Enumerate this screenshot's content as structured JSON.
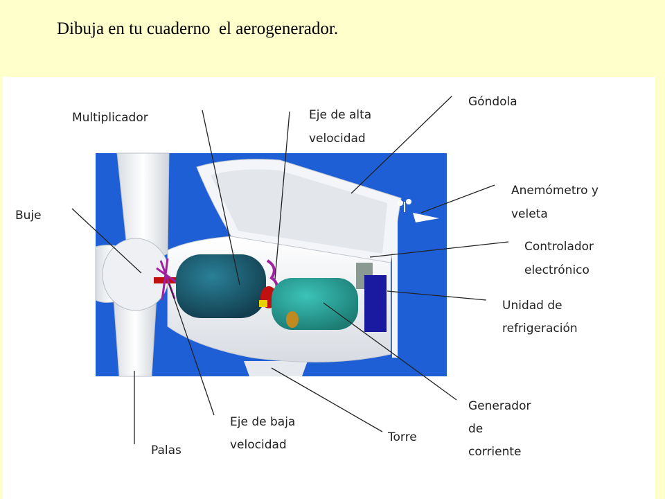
{
  "instruction": "Dibuja en tu cuaderno  el aerogenerador.",
  "labels": {
    "multiplicador": "Multiplicador",
    "eje_alta_1": "Eje de alta",
    "eje_alta_2": "velocidad",
    "gondola": "Góndola",
    "anemometro_1": "Anemómetro y",
    "anemometro_2": "veleta",
    "buje": "Buje",
    "controlador_1": "Controlador",
    "controlador_2": "electrónico",
    "unidad_1": "Unidad de",
    "unidad_2": "refrigeración",
    "generador_1": "Generador",
    "generador_2": "de",
    "generador_3": "corriente",
    "eje_baja_1": "Eje de baja",
    "eje_baja_2": "velocidad",
    "torre": "Torre",
    "palas": "Palas"
  },
  "colors": {
    "page_background": "#ffffcc",
    "panel_background": "#ffffff",
    "sky_blue": "#1f5fd6",
    "multiplier": "#1d5f73",
    "generator": "#2aa39a",
    "cooling_unit": "#1a1aa0",
    "controller": "#8a9a92",
    "gear_purple": "#a020a0",
    "shaft_red": "#c01010"
  }
}
